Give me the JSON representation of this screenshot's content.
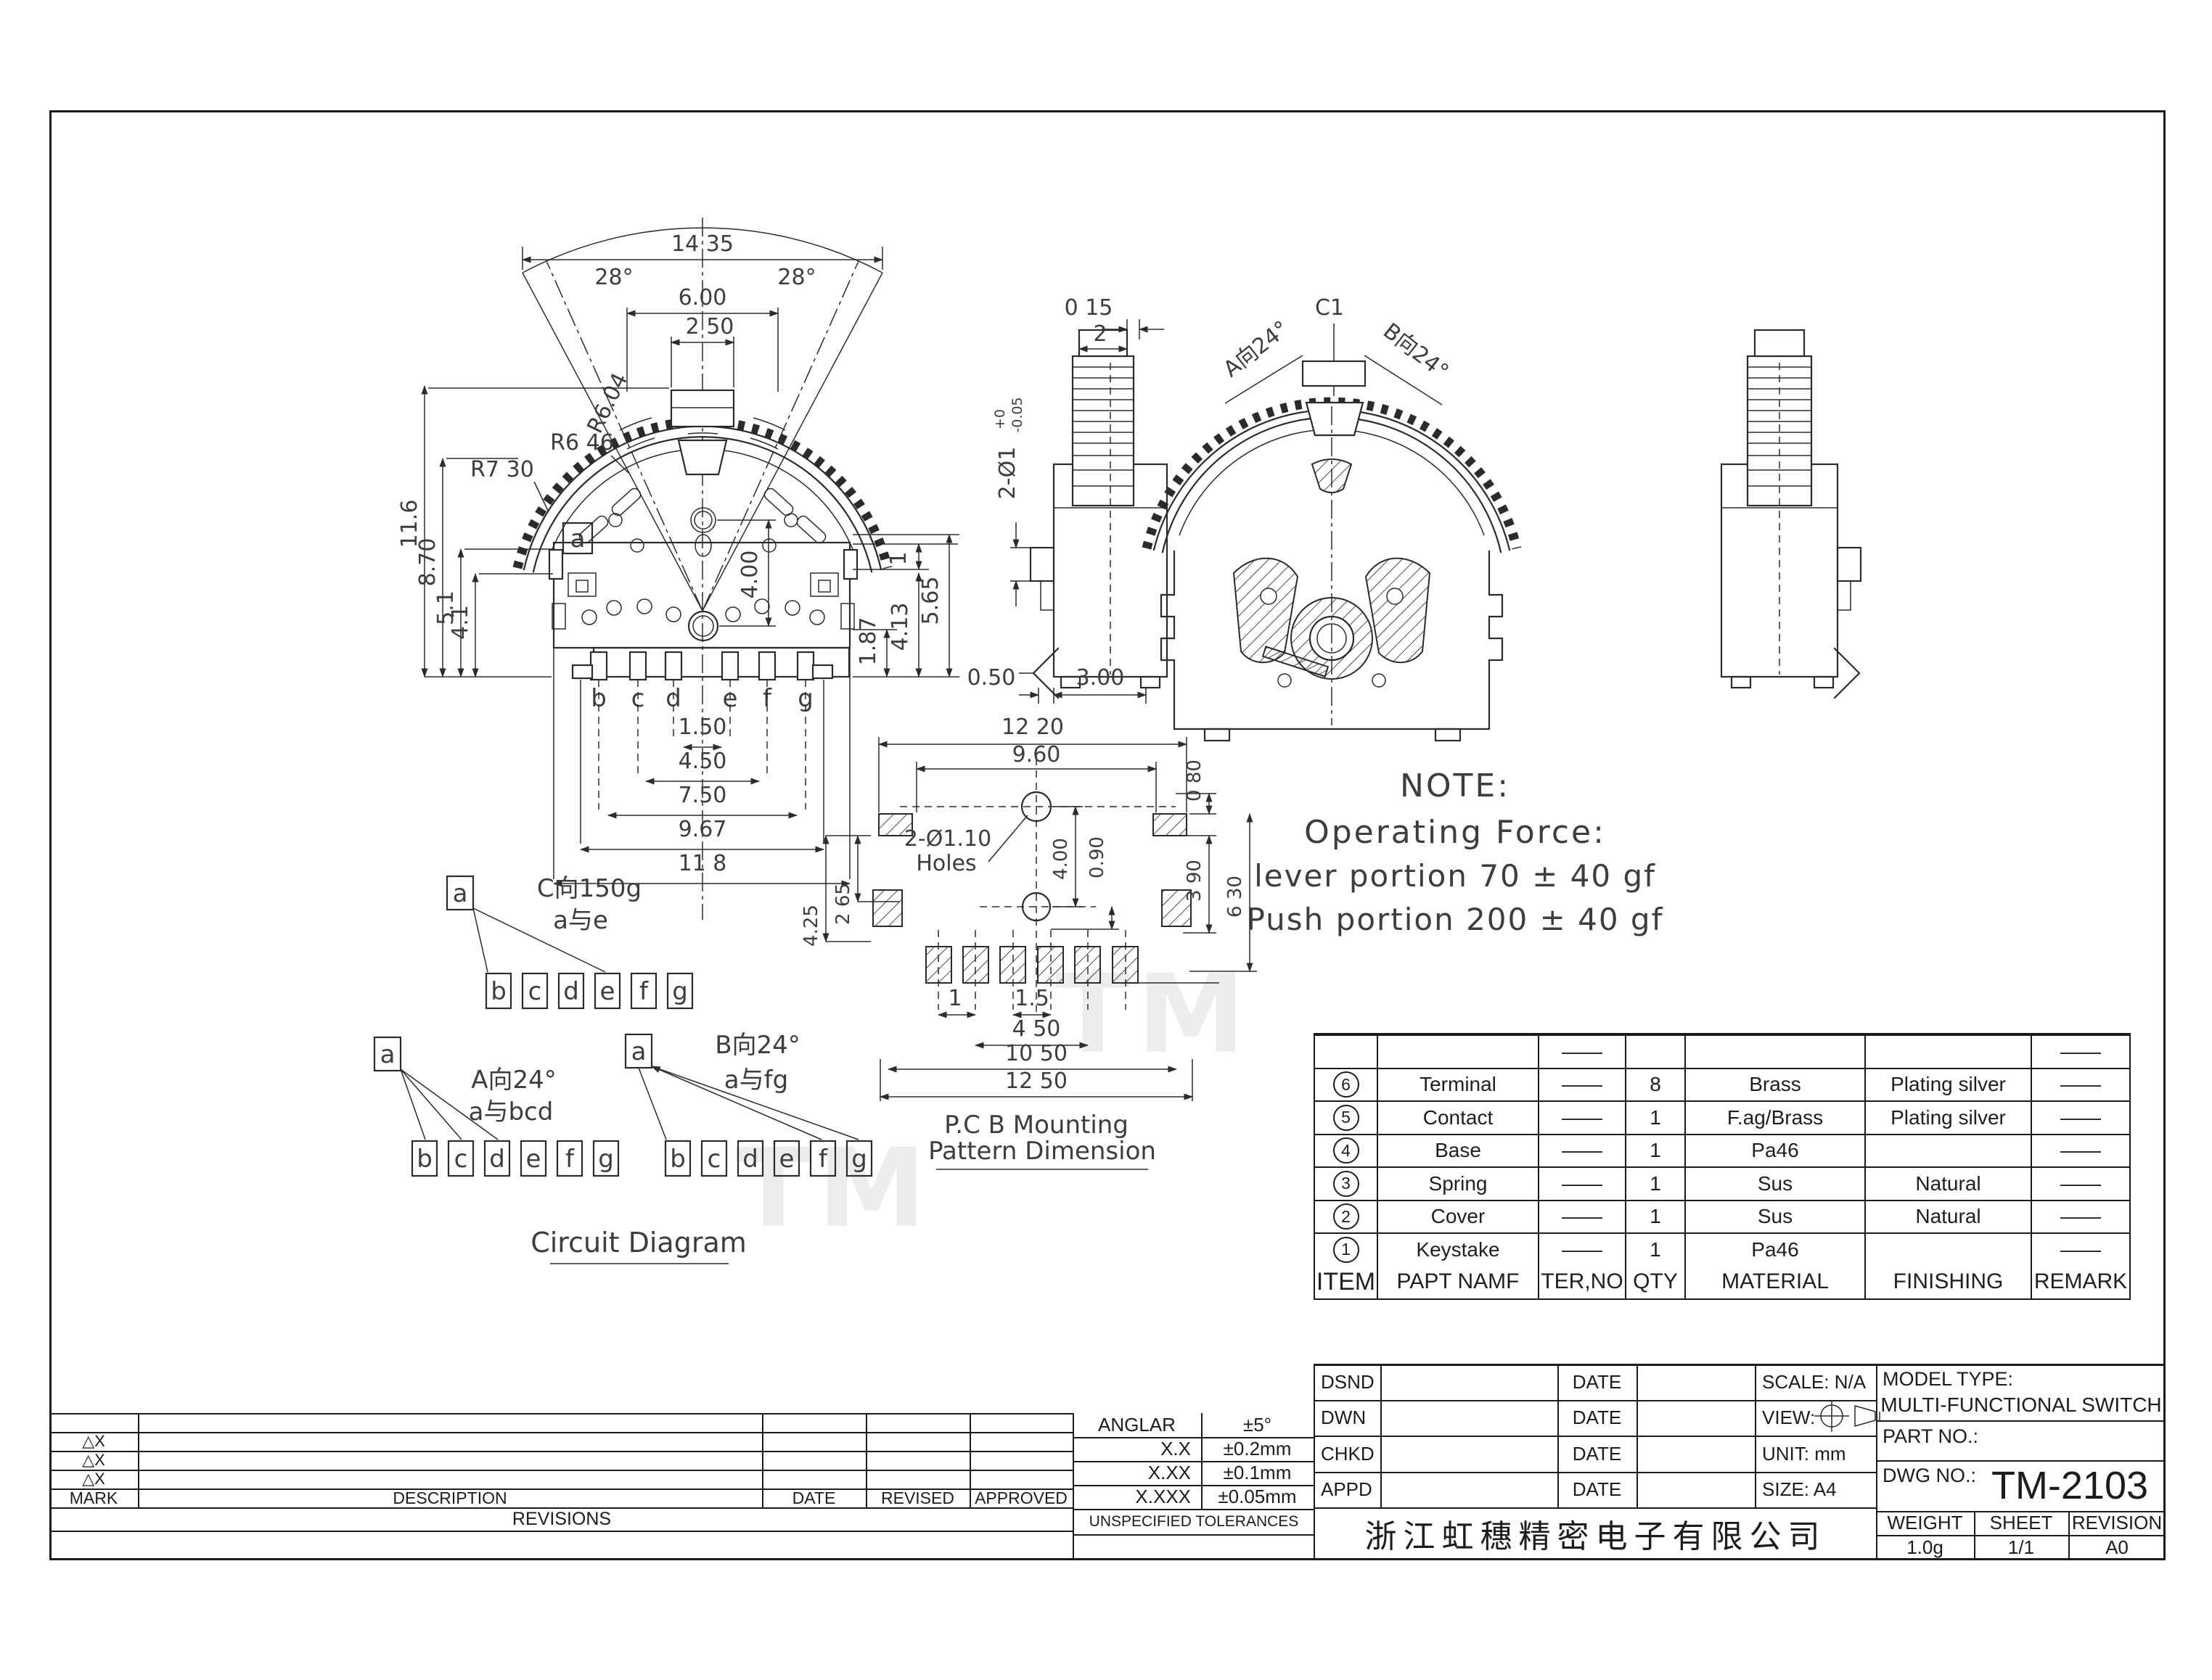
{
  "front_view": {
    "dim_width": "14 35",
    "angle_left": "28°",
    "angle_right": "28°",
    "dim_600": "6.00",
    "dim_250": "2 50",
    "r604": "R6.04",
    "r646": "R6 46",
    "r730": "R7 30",
    "h_116": "11.6",
    "h_870": "8.70",
    "h_51": "5.1",
    "h_41": "4.1",
    "dim_400": "4.00",
    "dim_1": "1",
    "dim_413": "4.13",
    "dim_565": "5.65",
    "dim_187": "1.87",
    "label_a": "a",
    "terminals": [
      "b",
      "c",
      "d",
      "e",
      "f",
      "g"
    ],
    "pitch_150": "1.50",
    "pitch_450": "4.50",
    "pitch_750": "7.50",
    "pitch_967": "9.67",
    "pitch_118": "11 8"
  },
  "side_view": {
    "dim_015": "0 15",
    "dim_2": "2",
    "hole": "2-Ø1",
    "tol_plus": "+0",
    "tol_minus": "-0.05",
    "dim_050": "0.50",
    "dim_300": "3.00"
  },
  "section_view": {
    "c1": "C1",
    "a_dir": "A向24°",
    "b_dir": "B向24°"
  },
  "note": {
    "line1": "NOTE:",
    "line2": "Operating Force:",
    "line3": "lever portion 70 ± 40 gf",
    "line4": "Push portion 200 ± 40 gf"
  },
  "circuit": {
    "title": "Circuit Diagram",
    "a": "a",
    "terminals": [
      "b",
      "c",
      "d",
      "e",
      "f",
      "g"
    ],
    "g1_label1": "C向150g",
    "g1_label2": "a与e",
    "g2_label1": "A向24°",
    "g2_label2": "a与bcd",
    "g3_label1": "B向24°",
    "g3_label2": "a与fg"
  },
  "pcb": {
    "title1": "P.C B Mounting",
    "title2": "Pattern Dimension",
    "dim_1220": "12 20",
    "dim_960": "9.60",
    "dim_080": "0 80",
    "holes1": "2-Ø1.10",
    "holes2": "Holes",
    "dim_400": "4.00",
    "dim_090": "0.90",
    "dim_390": "3 90",
    "dim_630": "6 30",
    "dim_425": "4.25",
    "dim_265": "2 65",
    "dim_1": "1",
    "dim_15": "1.5",
    "dim_450": "4 50",
    "dim_1050": "10 50",
    "dim_1250": "12 50"
  },
  "watermark": "TM",
  "parts_table": {
    "headers": {
      "item": "ITEM",
      "name": "PAPT NAMF",
      "ter_no": "TER,NO",
      "qty": "QTY",
      "material": "MATERIAL",
      "finishing": "FINISHING",
      "remark": "REMARK"
    },
    "rows": [
      {
        "item": "",
        "name": "",
        "ter_no": "——",
        "qty": "",
        "material": "",
        "finishing": "",
        "remark": "——"
      },
      {
        "item": "6",
        "name": "Terminal",
        "ter_no": "——",
        "qty": "8",
        "material": "Brass",
        "finishing": "Plating silver",
        "remark": "——"
      },
      {
        "item": "5",
        "name": "Contact",
        "ter_no": "——",
        "qty": "1",
        "material": "F.ag/Brass",
        "finishing": "Plating silver",
        "remark": "——"
      },
      {
        "item": "4",
        "name": "Base",
        "ter_no": "——",
        "qty": "1",
        "material": "Pa46",
        "finishing": "",
        "remark": "——"
      },
      {
        "item": "3",
        "name": "Spring",
        "ter_no": "——",
        "qty": "1",
        "material": "Sus",
        "finishing": "Natural",
        "remark": "——"
      },
      {
        "item": "2",
        "name": "Cover",
        "ter_no": "——",
        "qty": "1",
        "material": "Sus",
        "finishing": "Natural",
        "remark": "——"
      },
      {
        "item": "1",
        "name": "Keystake",
        "ter_no": "——",
        "qty": "1",
        "material": "Pa46",
        "finishing": "",
        "remark": "——"
      }
    ]
  },
  "revisions_table": {
    "marks": [
      "△X",
      "△X",
      "△X"
    ],
    "mark_h": "MARK",
    "desc_h": "DESCRIPTION",
    "date_h": "DATE",
    "revised_h": "REVISED",
    "approved_h": "APPROVED",
    "title": "REVISIONS"
  },
  "tolerances": {
    "title": "UNSPECIFIED TOLERANCES",
    "rows": [
      {
        "k": "ANGLAR",
        "v": "±5°"
      },
      {
        "k": "X.X",
        "v": "±0.2mm"
      },
      {
        "k": "X.XX",
        "v": "±0.1mm"
      },
      {
        "k": "X.XXX",
        "v": "±0.05mm"
      }
    ]
  },
  "title_block": {
    "r1": "DSND",
    "r2": "DWN",
    "r3": "CHKD",
    "r4": "APPD",
    "date": "DATE",
    "scale": "SCALE: N/A",
    "view": "VIEW:",
    "unit": "UNIT: mm",
    "size": "SIZE: A4",
    "model_label": "MODEL TYPE:",
    "model": "MULTI-FUNCTIONAL SWITCH",
    "part_label": "PART NO.:",
    "dwg_label": "DWG NO.:",
    "dwg_no": "TM-2103",
    "company": "浙江虹穗精密电子有限公司",
    "weight_label": "WEIGHT",
    "weight": "1.0g",
    "sheet_label": "SHEET",
    "sheet": "1/1",
    "revision_label": "REVISION",
    "revision": "A0"
  }
}
